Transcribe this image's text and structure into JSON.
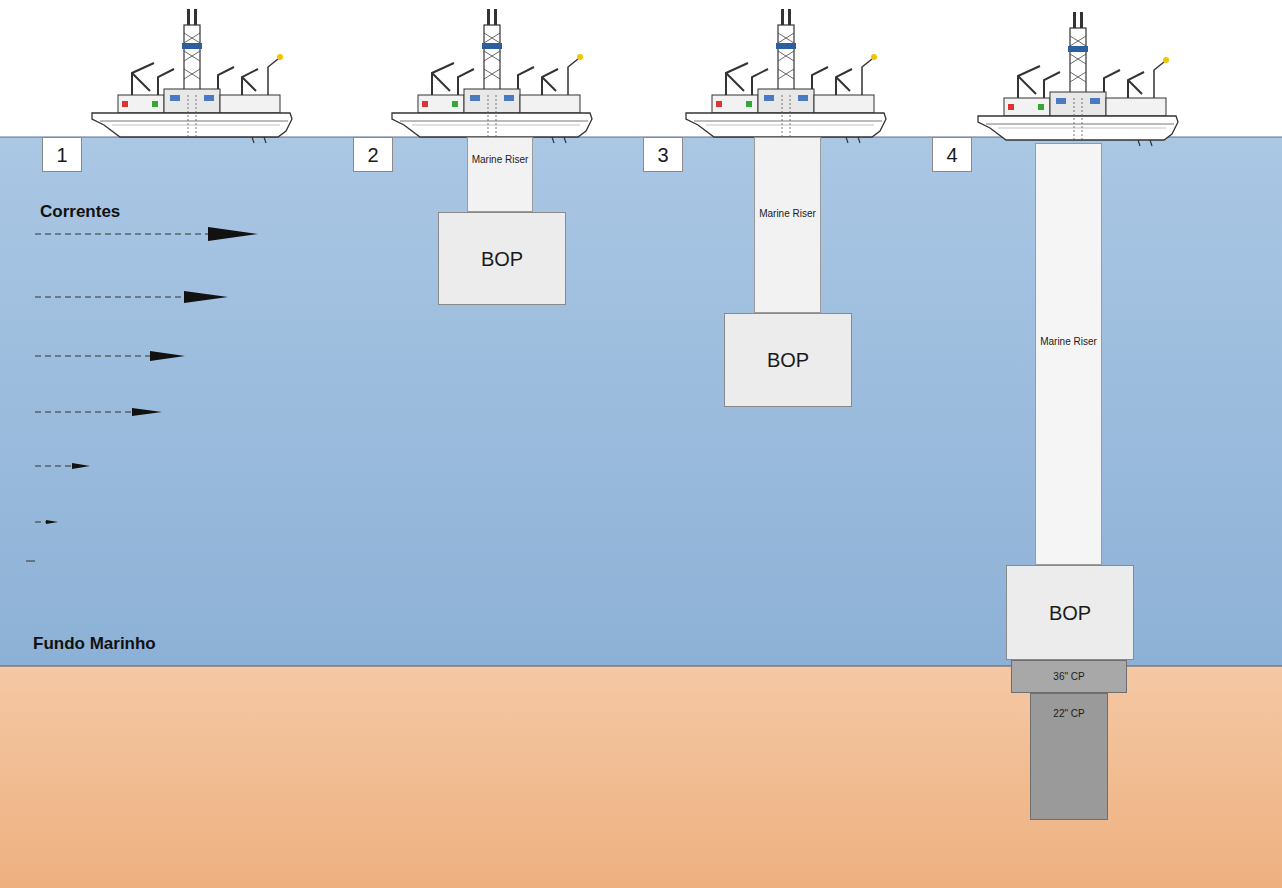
{
  "diagram": {
    "nodes": [
      {
        "text": [
          "1"
        ]
      },
      {
        "text": [
          "2"
        ]
      },
      {
        "text": [
          "Marine Riser"
        ]
      },
      {
        "text": [
          "BOP"
        ]
      },
      {
        "text": [
          "3"
        ]
      },
      {
        "text": [
          "Marine Riser"
        ]
      },
      {
        "text": [
          "BOP"
        ]
      },
      {
        "text": [
          "4"
        ]
      },
      {
        "text": [
          "Marine Riser"
        ]
      },
      {
        "text": [
          "BOP"
        ]
      },
      {
        "text": [
          "36\" CP"
        ]
      },
      {
        "text": [
          "22\" CP"
        ]
      }
    ],
    "edges": [],
    "labels": [
      "Correntes",
      "Fundo Marinho"
    ]
  }
}
